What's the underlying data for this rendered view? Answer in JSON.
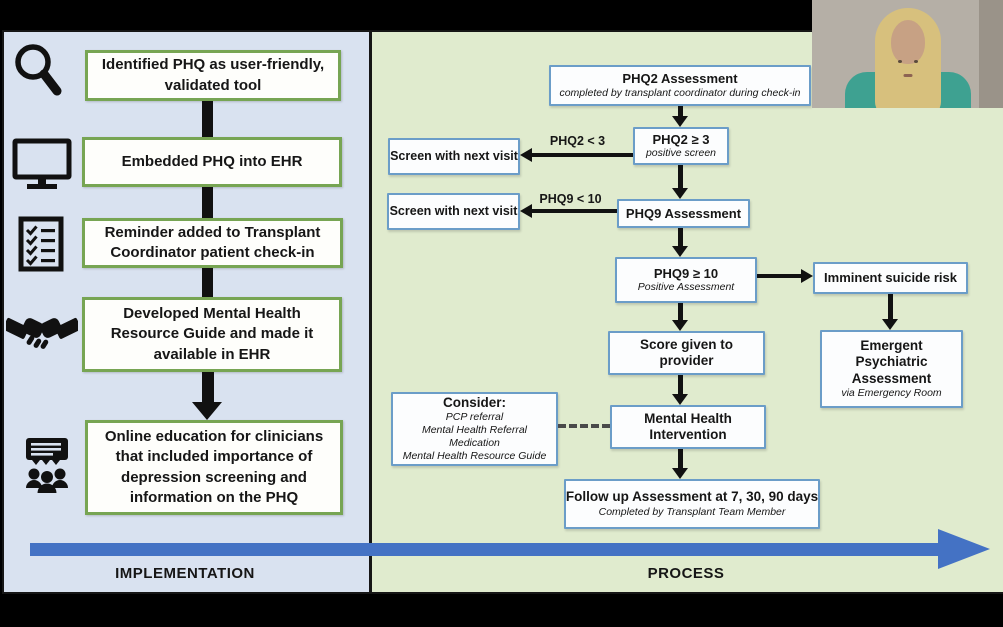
{
  "colors": {
    "left_panel_bg": "#d9e2f0",
    "right_panel_bg": "#e0ebce",
    "implementation_box_border": "#77a553",
    "process_box_border": "#6b9dc8",
    "box_fill": "#fcfdfe",
    "timeline_arrow": "#4472c4",
    "connector_black": "#111111"
  },
  "implementation": {
    "label": "IMPLEMENTATION",
    "steps": [
      {
        "icon": "magnifier-icon",
        "text": "Identified PHQ as user-friendly, validated tool"
      },
      {
        "icon": "monitor-icon",
        "text": "Embedded PHQ into EHR"
      },
      {
        "icon": "checklist-icon",
        "text": "Reminder added to Transplant Coordinator patient check-in"
      },
      {
        "icon": "handshake-icon",
        "text": "Developed Mental Health Resource Guide and made it available in EHR"
      },
      {
        "icon": "training-icon",
        "text": "Online education for clinicians that included importance of depression screening and information on the PHQ"
      }
    ]
  },
  "process": {
    "label": "PROCESS",
    "nodes": {
      "phq2_assessment": {
        "title": "PHQ2 Assessment",
        "subtitle": "completed by transplant coordinator during check-in"
      },
      "phq2_positive": {
        "title": "PHQ2 ≥ 3",
        "subtitle": "positive screen"
      },
      "screen_next_visit_1": {
        "title": "Screen with next visit"
      },
      "screen_next_visit_2": {
        "title": "Screen with next visit"
      },
      "phq9_assessment": {
        "title": "PHQ9 Assessment"
      },
      "phq9_positive": {
        "title": "PHQ9 ≥ 10",
        "subtitle": "Positive Assessment"
      },
      "imminent_risk": {
        "title": "Imminent suicide risk"
      },
      "emergent_psych": {
        "title": "Emergent Psychiatric Assessment",
        "subtitle": "via Emergency Room"
      },
      "score_given": {
        "title": "Score given to provider"
      },
      "consider": {
        "title": "Consider:",
        "items": [
          "PCP referral",
          "Mental Health Referral",
          "Medication",
          "Mental Health Resource Guide"
        ]
      },
      "mental_health_intervention": {
        "title": "Mental Health Intervention"
      },
      "follow_up": {
        "title": "Follow up Assessment at 7, 30, 90 days",
        "subtitle": "Completed by Transplant Team Member"
      }
    },
    "edge_labels": {
      "phq2_lt3": "PHQ2 < 3",
      "phq9_lt10": "PHQ9 < 10"
    }
  }
}
